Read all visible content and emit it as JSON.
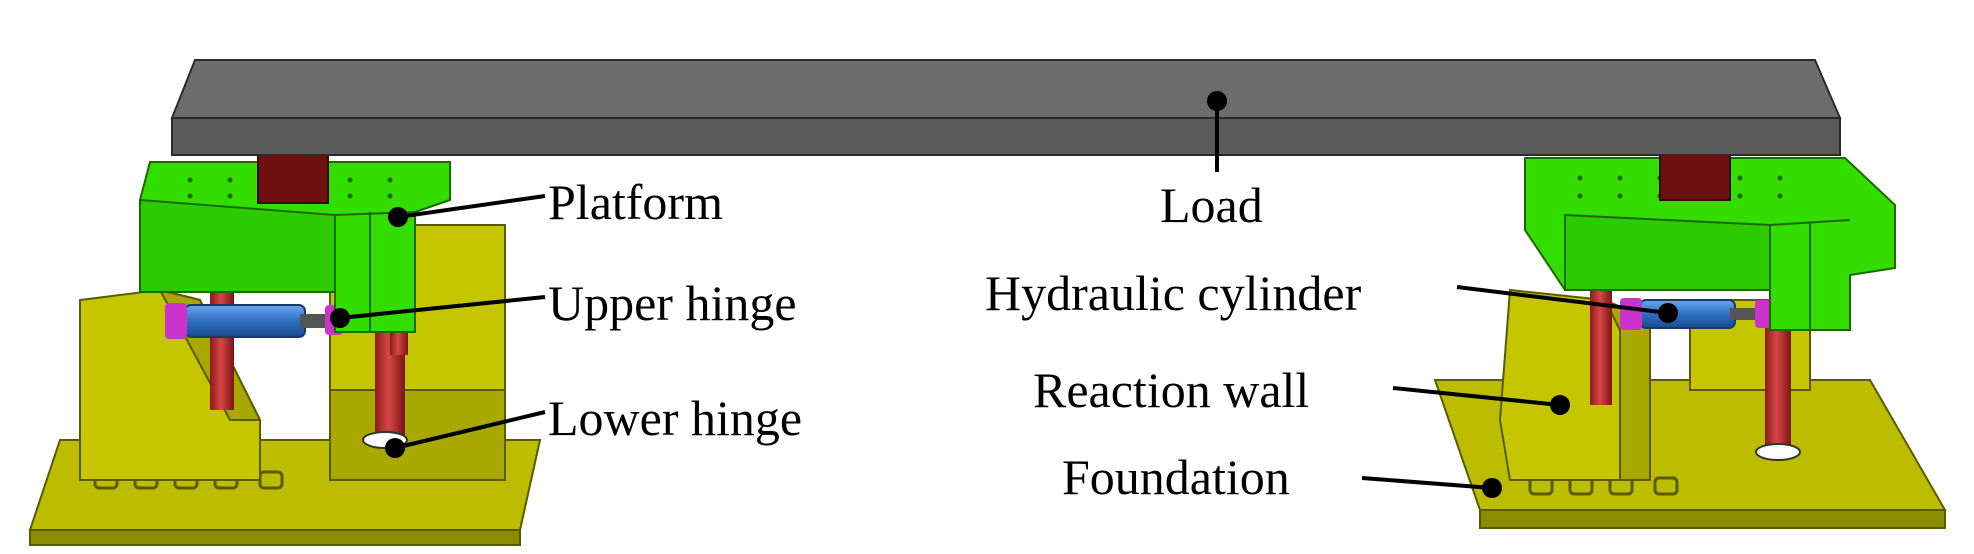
{
  "labels": {
    "platform": "Platform",
    "upper_hinge": "Upper hinge",
    "lower_hinge": "Lower hinge",
    "load": "Load",
    "hydraulic_cylinder": "Hydraulic cylinder",
    "reaction_wall": "Reaction wall",
    "foundation": "Foundation"
  },
  "colors": {
    "load_beam": "#5b5b5b",
    "platform": "#33dd00",
    "foundation": "#bcbc00",
    "reaction_wall": "#c6c600",
    "hydraulic_cylinder": "#3a7fd0",
    "column": "#c83232",
    "hinge": "#cc33cc",
    "load_block": "#6e1010",
    "leader": "#000000"
  }
}
